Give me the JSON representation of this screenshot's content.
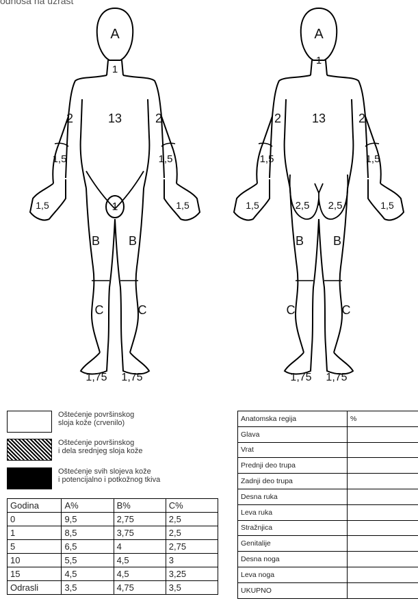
{
  "caption": "odnosa na uzrast",
  "front_labels": {
    "head": "A",
    "neck": "1",
    "trunk": "13",
    "upper_arm_left": "2",
    "upper_arm_right": "2",
    "forearm_left": "1,5",
    "forearm_right": "1,5",
    "hand_left": "1,5",
    "hand_right": "1,5",
    "genital": "1",
    "thigh_left": "B",
    "thigh_right": "B",
    "leg_left": "C",
    "leg_right": "C",
    "foot_left": "1,75",
    "foot_right": "1,75"
  },
  "back_labels": {
    "head": "A",
    "neck": "1",
    "trunk": "13",
    "upper_arm_left": "2",
    "upper_arm_right": "2",
    "forearm_left": "1,5",
    "forearm_right": "1,5",
    "hand_left": "1,5",
    "hand_right": "1,5",
    "buttock_left": "2,5",
    "buttock_right": "2,5",
    "thigh_left": "B",
    "thigh_right": "B",
    "leg_left": "C",
    "leg_right": "C",
    "foot_left": "1,75",
    "foot_right": "1,75"
  },
  "legend": [
    {
      "text_line1": "Oštećenje površinskog",
      "text_line2": "sloja kože (crvenilo)",
      "fill": "#ffffff"
    },
    {
      "text_line1": "Oštećenje površinskog",
      "text_line2": "i dela srednjeg sloja kože",
      "fill": "hatched"
    },
    {
      "text_line1": "Oštećenje svih slojeva kože",
      "text_line2": "i potencijalno i potkožnog tkiva",
      "fill": "#000000"
    }
  ],
  "age_table": {
    "headers": [
      "Godina",
      "A%",
      "B%",
      "C%"
    ],
    "rows": [
      [
        "0",
        "9,5",
        "2,75",
        "2,5"
      ],
      [
        "1",
        "8,5",
        "3,75",
        "2,5"
      ],
      [
        "5",
        "6,5",
        "4",
        "2,75"
      ],
      [
        "10",
        "5,5",
        "4,5",
        "3"
      ],
      [
        "15",
        "4,5",
        "4,5",
        "3,25"
      ],
      [
        "Odrasli",
        "3,5",
        "4,75",
        "3,5"
      ]
    ]
  },
  "region_table": {
    "headers": [
      "Anatomska regija",
      "%"
    ],
    "rows": [
      "Glava",
      "Vrat",
      "Prednji deo trupa",
      "Zadnji deo trupa",
      "Desna ruka",
      "Leva ruka",
      "Stražnjica",
      "Genitalije",
      "Desna noga",
      "Leva noga",
      "UKUPNO"
    ]
  }
}
